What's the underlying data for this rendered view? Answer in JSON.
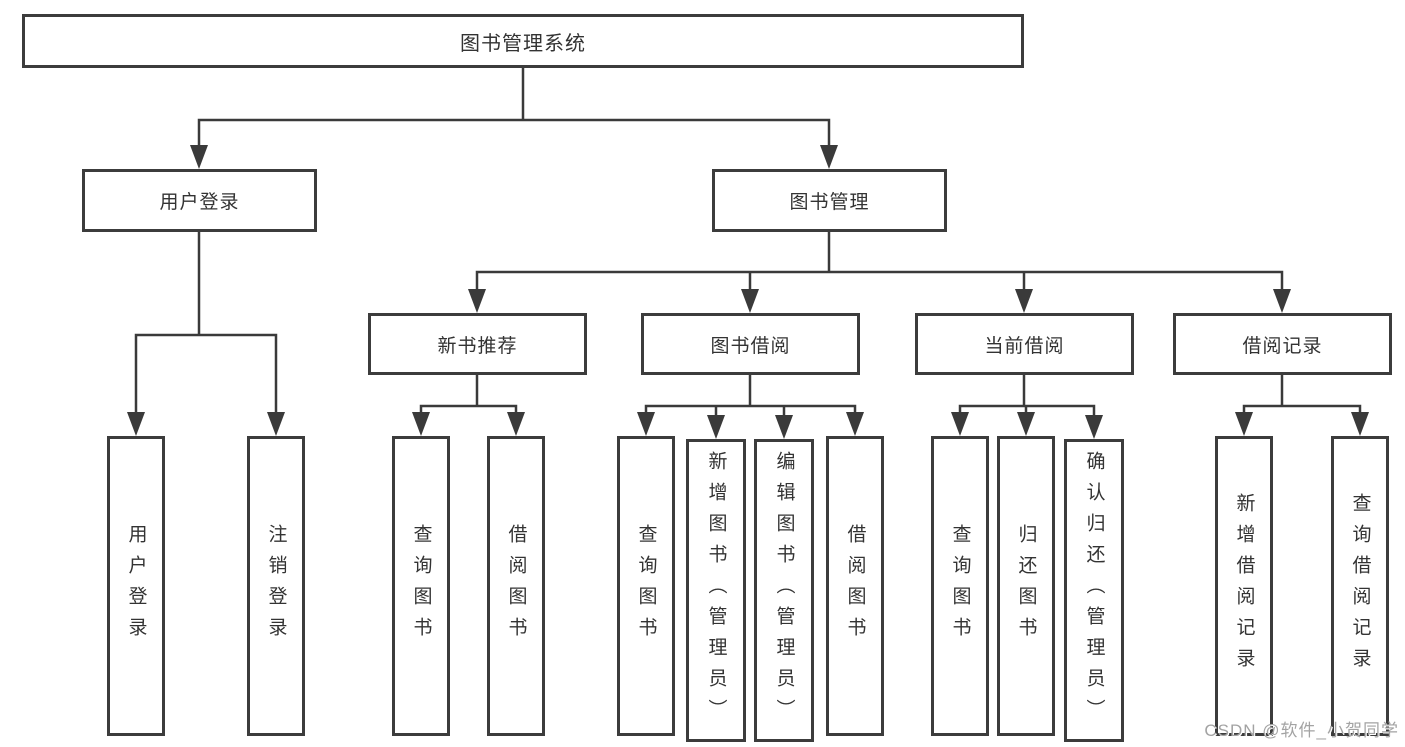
{
  "diagram": {
    "watermark": "CSDN @软件_小贺同学",
    "colors": {
      "line": "#3a3a3a",
      "box_border": "#3c3c3c",
      "text": "#333333",
      "background": "#ffffff",
      "watermark": "#a3a3a3"
    },
    "tree": {
      "label": "图书管理系统",
      "children": [
        {
          "label": "用户登录",
          "children": [
            {
              "label": "用户登录"
            },
            {
              "label": "注销登录"
            }
          ]
        },
        {
          "label": "图书管理",
          "children": [
            {
              "label": "新书推荐",
              "children": [
                {
                  "label": "查询图书"
                },
                {
                  "label": "借阅图书"
                }
              ]
            },
            {
              "label": "图书借阅",
              "children": [
                {
                  "label": "查询图书"
                },
                {
                  "label": "新增图书（管理员）"
                },
                {
                  "label": "编辑图书（管理员）"
                },
                {
                  "label": "借阅图书"
                }
              ]
            },
            {
              "label": "当前借阅",
              "children": [
                {
                  "label": "查询图书"
                },
                {
                  "label": "归还图书"
                },
                {
                  "label": "确认归还（管理员）"
                }
              ]
            },
            {
              "label": "借阅记录",
              "children": [
                {
                  "label": "新增借阅记录"
                },
                {
                  "label": "查询借阅记录"
                }
              ]
            }
          ]
        }
      ]
    }
  }
}
